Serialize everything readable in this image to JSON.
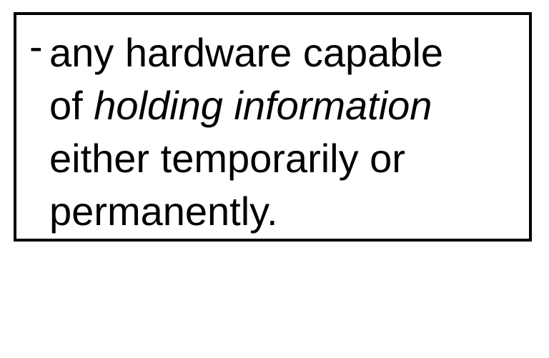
{
  "definition": {
    "bullet": "-",
    "line1": "any hardware capable",
    "line2_prefix": "of ",
    "line2_emphasis": "holding information",
    "line3": "either temporarily or",
    "line4": "permanently."
  }
}
